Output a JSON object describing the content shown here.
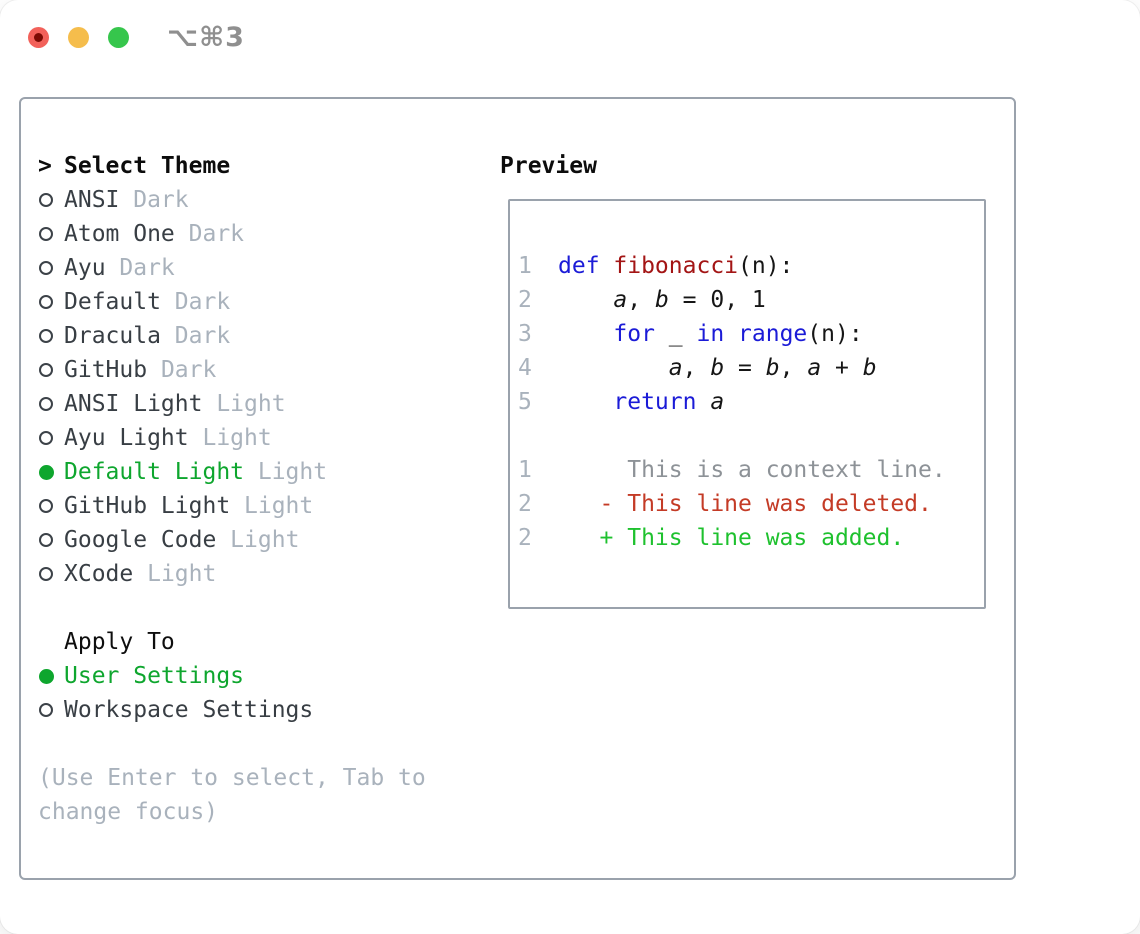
{
  "window": {
    "title": "⌥⌘3"
  },
  "colors": {
    "close": "#f2615a",
    "close_dot": "#7b0b04",
    "minimize": "#f5bd4c",
    "zoom": "#36c64c",
    "title": "#8f8f8f",
    "border": "#9aa2ac",
    "muted": "#a9b2bc",
    "gutter": "#a9b2bc",
    "selected": "#0ea62e",
    "kw": "#1b1bd7",
    "fn": "#a31515",
    "context": "#8d9297",
    "deleted": "#c43b26",
    "added": "#1ec12e"
  },
  "theme_list": {
    "header_marker": ">",
    "header": "Select Theme",
    "items": [
      {
        "name": "ANSI",
        "variant": "Dark",
        "selected": false
      },
      {
        "name": "Atom One",
        "variant": "Dark",
        "selected": false
      },
      {
        "name": "Ayu",
        "variant": "Dark",
        "selected": false
      },
      {
        "name": "Default",
        "variant": "Dark",
        "selected": false
      },
      {
        "name": "Dracula",
        "variant": "Dark",
        "selected": false
      },
      {
        "name": "GitHub",
        "variant": "Dark",
        "selected": false
      },
      {
        "name": "ANSI Light",
        "variant": "Light",
        "selected": false
      },
      {
        "name": "Ayu Light",
        "variant": "Light",
        "selected": false
      },
      {
        "name": "Default Light",
        "variant": "Light",
        "selected": true
      },
      {
        "name": "GitHub Light",
        "variant": "Light",
        "selected": false
      },
      {
        "name": "Google Code",
        "variant": "Light",
        "selected": false
      },
      {
        "name": "XCode",
        "variant": "Light",
        "selected": false
      }
    ]
  },
  "apply_to": {
    "header": "Apply To",
    "items": [
      {
        "name": "User Settings",
        "selected": true
      },
      {
        "name": "Workspace Settings",
        "selected": false
      }
    ]
  },
  "help_lines": [
    "(Use Enter to select, Tab to",
    "change focus)"
  ],
  "preview": {
    "header": "Preview",
    "code_lines": [
      {
        "num": "1",
        "tokens": [
          {
            "text": "def ",
            "style": "kw"
          },
          {
            "text": "fibonacci",
            "style": "fn"
          },
          {
            "text": "(n):",
            "style": "plain"
          }
        ]
      },
      {
        "num": "2",
        "tokens": [
          {
            "text": "    ",
            "style": "plain"
          },
          {
            "text": "a",
            "style": "var"
          },
          {
            "text": ", ",
            "style": "plain"
          },
          {
            "text": "b",
            "style": "var"
          },
          {
            "text": " = 0, 1",
            "style": "plain"
          }
        ]
      },
      {
        "num": "3",
        "tokens": [
          {
            "text": "    ",
            "style": "plain"
          },
          {
            "text": "for",
            "style": "kw"
          },
          {
            "text": " _ ",
            "style": "plain"
          },
          {
            "text": "in",
            "style": "kw"
          },
          {
            "text": " ",
            "style": "plain"
          },
          {
            "text": "range",
            "style": "kw"
          },
          {
            "text": "(n):",
            "style": "plain"
          }
        ]
      },
      {
        "num": "4",
        "tokens": [
          {
            "text": "        ",
            "style": "plain"
          },
          {
            "text": "a",
            "style": "var"
          },
          {
            "text": ", ",
            "style": "plain"
          },
          {
            "text": "b",
            "style": "var"
          },
          {
            "text": " = ",
            "style": "plain"
          },
          {
            "text": "b",
            "style": "var"
          },
          {
            "text": ", ",
            "style": "plain"
          },
          {
            "text": "a",
            "style": "var"
          },
          {
            "text": " + ",
            "style": "plain"
          },
          {
            "text": "b",
            "style": "var"
          }
        ]
      },
      {
        "num": "5",
        "tokens": [
          {
            "text": "    ",
            "style": "plain"
          },
          {
            "text": "return",
            "style": "kw"
          },
          {
            "text": " ",
            "style": "plain"
          },
          {
            "text": "a",
            "style": "var"
          }
        ]
      }
    ],
    "diff_lines": [
      {
        "num": "1",
        "tokens": [
          {
            "text": "     This is a context line.",
            "style": "context"
          }
        ]
      },
      {
        "num": "2",
        "tokens": [
          {
            "text": "   ",
            "style": "plain"
          },
          {
            "text": "- This line was deleted.",
            "style": "deleted"
          }
        ]
      },
      {
        "num": "2",
        "tokens": [
          {
            "text": "   ",
            "style": "plain"
          },
          {
            "text": "+ This line was added.",
            "style": "added"
          }
        ]
      }
    ]
  }
}
